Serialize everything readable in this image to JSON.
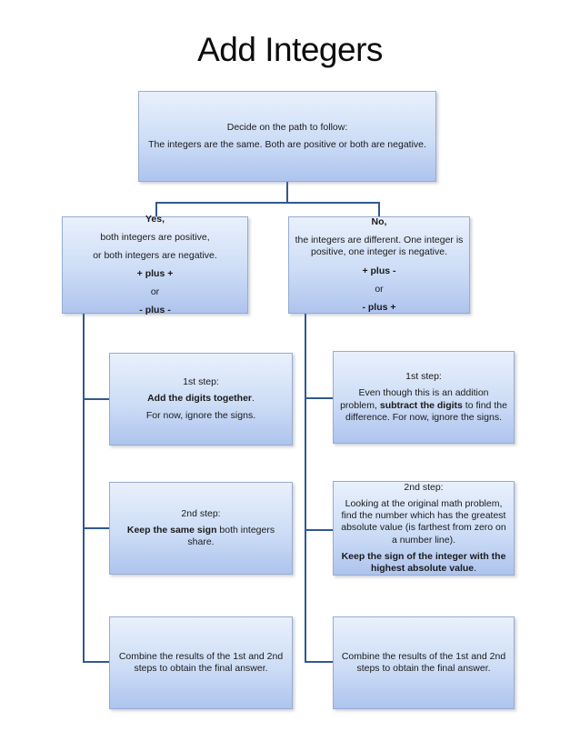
{
  "title": "Add Integers",
  "colors": {
    "box_fill_top": "#e9f0fc",
    "box_fill_mid": "#cdddf6",
    "box_fill_bottom": "#aec4ee",
    "box_border": "#96accf",
    "connector": "#31598e",
    "text": "#1a1a1a"
  },
  "boxes": {
    "decide": {
      "line1": "Decide on the path to follow:",
      "line2": "The integers are the same. Both are positive or both are negative."
    },
    "yes": {
      "heading": "Yes,",
      "line1": "both integers are positive,",
      "line2": "or both integers are negative.",
      "op1": "+ plus +",
      "conjunction": "or",
      "op2": "- plus -"
    },
    "no": {
      "heading": "No,",
      "body": "the integers are different. One integer is positive, one integer is negative.",
      "op1": "+ plus -",
      "conjunction": "or",
      "op2": "- plus +"
    },
    "yes_step1": {
      "heading": "1st step:",
      "bold": "Add the digits together",
      "bold_suffix": ".",
      "line2": "For now, ignore the signs."
    },
    "no_step1": {
      "heading": "1st step:",
      "seg1": "Even though this is an addition problem, ",
      "seg2": "subtract the digits",
      "seg3": " to find the difference. For now, ignore the signs."
    },
    "yes_step2": {
      "heading": "2nd step:",
      "bold": "Keep the same sign",
      "rest": " both integers share."
    },
    "no_step2": {
      "heading": "2nd step:",
      "para1": "Looking at the original math problem, find the number which has the greatest absolute value (is farthest from zero on a number line).",
      "para2_bold": "Keep the sign of the integer with the highest absolute value",
      "para2_suffix": "."
    },
    "yes_final": {
      "text": "Combine the results of the 1st and 2nd steps to obtain the final answer."
    },
    "no_final": {
      "text": "Combine the results of the 1st and 2nd steps to obtain the final answer."
    }
  }
}
